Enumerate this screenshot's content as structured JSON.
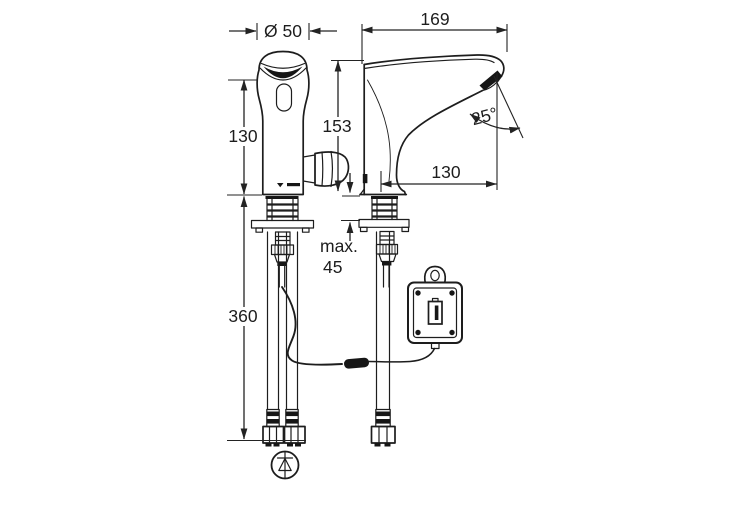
{
  "drawing": {
    "type": "technical-dimension-drawing",
    "subject": "sensor basin faucet, front and side view with electronics box",
    "colors": {
      "background": "#ffffff",
      "line": "#1d1d1d",
      "text": "#1d1d1d"
    }
  },
  "labels": {
    "diameter_top": "Ø 50",
    "spout_length_top": "169",
    "body_height_front": "130",
    "body_height_side": "153",
    "spray_angle": "25°",
    "spout_projection": "130",
    "deck_max_word": "max.",
    "deck_max_value": "45",
    "hose_length": "360"
  },
  "symbols": {
    "check_valve": "check-valve-icon",
    "battery": "battery-icon",
    "hanging_tab": "hanging-tab",
    "brand_mark": "brand-mark"
  }
}
